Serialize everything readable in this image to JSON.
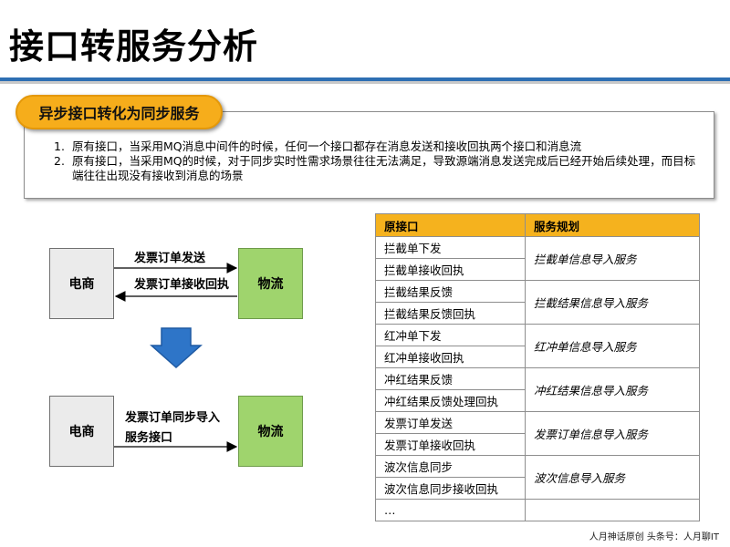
{
  "title": "接口转服务分析",
  "section_label": "异步接口转化为同步服务",
  "notes": [
    {
      "num": "1.",
      "text": "原有接口，当采用MQ消息中间件的时候，任何一个接口都存在消息发送和接收回执两个接口和消息流"
    },
    {
      "num": "2.",
      "text": "原有接口，当采用MQ的时候，对于同步实时性需求场景往往无法满足，导致源端消息发送完成后已经开始后续处理，而目标端往往出现没有接收到消息的场景"
    }
  ],
  "diagram": {
    "before": {
      "source": "电商",
      "target": "物流",
      "send_label": "发票订单发送",
      "receipt_label": "发票订单接收回执"
    },
    "after": {
      "source": "电商",
      "target": "物流",
      "service_label_line1": "发票订单同步导入",
      "service_label_line2": "服务接口"
    },
    "arrow_color": "#2e75c8"
  },
  "table": {
    "headers": [
      "原接口",
      "服务规划"
    ],
    "groups": [
      {
        "interfaces": [
          "拦截单下发",
          "拦截单接收回执"
        ],
        "service": "拦截单信息导入服务"
      },
      {
        "interfaces": [
          "拦截结果反馈",
          "拦截结果反馈回执"
        ],
        "service": "拦截结果信息导入服务"
      },
      {
        "interfaces": [
          "红冲单下发",
          "红冲单接收回执"
        ],
        "service": "红冲单信息导入服务"
      },
      {
        "interfaces": [
          "冲红结果反馈",
          "冲红结果反馈处理回执"
        ],
        "service": "冲红结果信息导入服务"
      },
      {
        "interfaces": [
          "发票订单发送",
          "发票订单接收回执"
        ],
        "service": "发票订单信息导入服务"
      },
      {
        "interfaces": [
          "波次信息同步",
          "波次信息同步接收回执"
        ],
        "service": "波次信息导入服务"
      }
    ],
    "last_row": "…",
    "header_color": "#f5b21e"
  },
  "footer": "人月神话原创    头条号：人月聊IT"
}
